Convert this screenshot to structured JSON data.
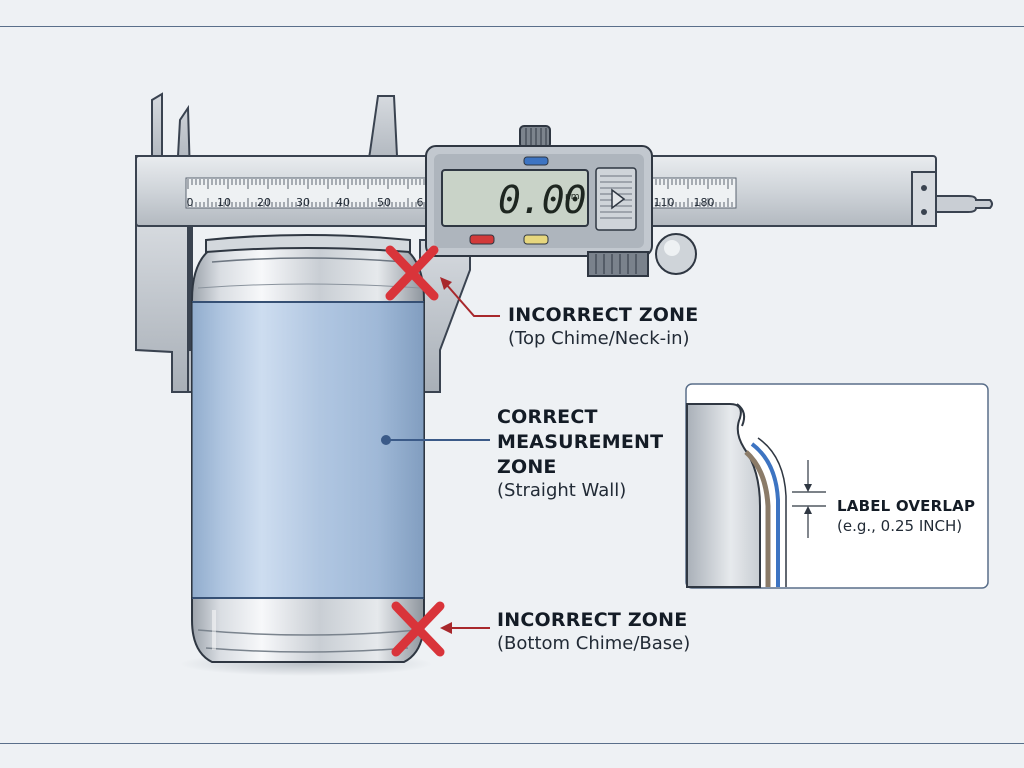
{
  "caliper": {
    "display_value": "0.00",
    "display_unit": "nm",
    "scale_labels": [
      "0",
      "10",
      "20",
      "30",
      "40",
      "50",
      "6",
      "110",
      "180"
    ]
  },
  "zones": {
    "top": {
      "heading": "INCORRECT ZONE",
      "sub": "(Top Chime/Neck-in)"
    },
    "middle": {
      "heading_lines": [
        "CORRECT",
        "MEASUREMENT",
        "ZONE"
      ],
      "sub": "(Straight Wall)"
    },
    "bottom": {
      "heading": "INCORRECT ZONE",
      "sub": "(Bottom Chime/Base)"
    }
  },
  "detail": {
    "heading": "LABEL OVERLAP",
    "sub": "(e.g., 0.25 INCH)"
  },
  "colors": {
    "background": "#eef1f4",
    "label_band": "#a9c4e4",
    "incorrect_mark": "#d9343a",
    "pointer": "#a8282c",
    "display_lcd": "#c9d3c8"
  }
}
